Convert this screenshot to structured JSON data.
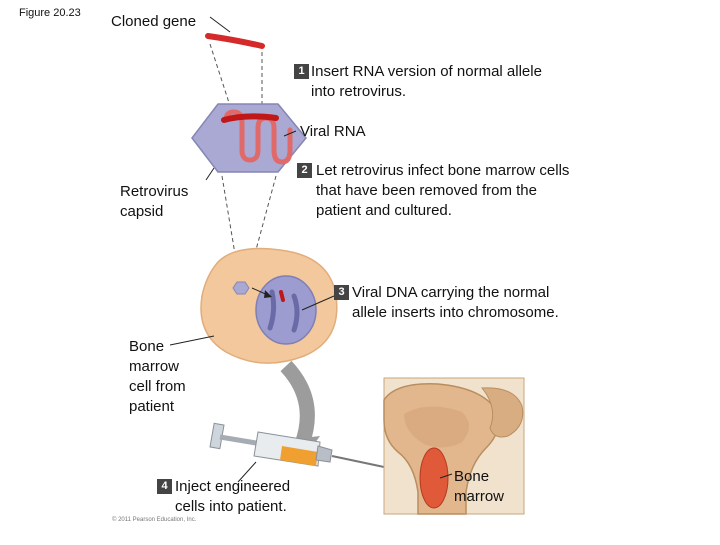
{
  "figure_label": "Figure 20.23",
  "labels": {
    "cloned_gene": "Cloned gene",
    "viral_rna": "Viral RNA",
    "retrovirus_capsid": "Retrovirus\ncapsid",
    "bone_marrow_cell": "Bone\nmarrow\ncell from\npatient",
    "bone_marrow": "Bone\nmarrow"
  },
  "steps": [
    {
      "number": "1",
      "text": "Insert RNA version of normal allele\ninto retrovirus."
    },
    {
      "number": "2",
      "text": "Let retrovirus infect bone marrow cells\nthat have been removed from the\npatient and cultured."
    },
    {
      "number": "3",
      "text": "Viral DNA carrying the normal\nallele inserts into chromosome."
    },
    {
      "number": "4",
      "text": "Inject engineered\ncells into patient."
    }
  ],
  "copyright": "© 2011 Pearson Education, Inc.",
  "colors": {
    "gene_red": "#d42a2a",
    "capsid": "#a8a8d0",
    "cell": "#f2c79a",
    "nucleus": "#9a9acc",
    "arrow_gray": "#9a9a9a",
    "bone": "#e0b48a",
    "marrow": "#e05a3a"
  }
}
